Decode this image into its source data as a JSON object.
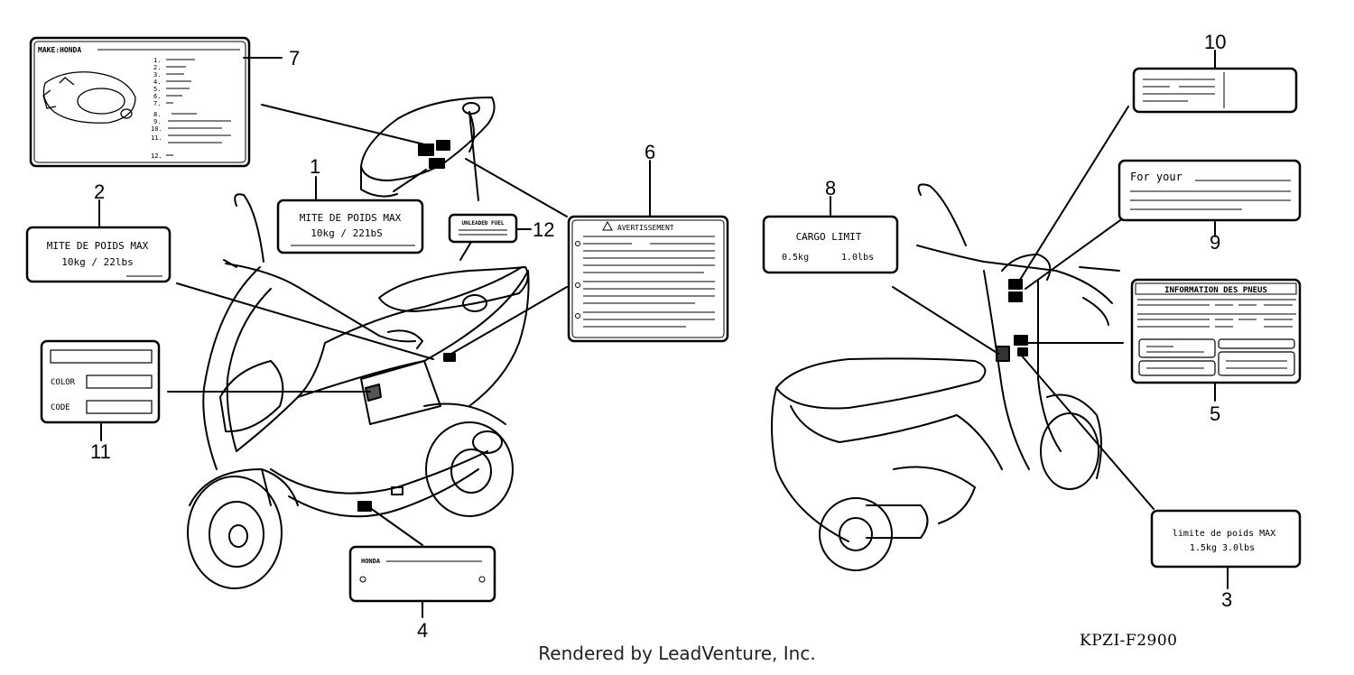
{
  "labels": {
    "l1": {
      "num": "1",
      "line1": "MITE DE POIDS MAX",
      "line2": "10kg  / 221bS"
    },
    "l2": {
      "num": "2",
      "line1": "MITE DE POIDS MAX",
      "line2": "10kg / 22lbs"
    },
    "l3": {
      "num": "3",
      "line1": "limite de poids MAX",
      "line2": "1.5kg   3.0lbs"
    },
    "l4": {
      "num": "4",
      "brand": "HONDA"
    },
    "l5": {
      "num": "5",
      "title": "INFORMATION DES PNEUS"
    },
    "l6": {
      "num": "6",
      "title": "AVERTISSEMENT"
    },
    "l7": {
      "num": "7",
      "header": "MAKE:HONDA",
      "items": [
        "1.",
        "2.",
        "3.",
        "4.",
        "5.",
        "6.",
        "7.",
        "8.",
        "9.",
        "10.",
        "11.",
        "12."
      ]
    },
    "l8": {
      "num": "8",
      "line1": "CARGO LIMIT",
      "v1": "0.5kg",
      "v2": "1.0lbs"
    },
    "l9": {
      "num": "9",
      "text": "For your"
    },
    "l10": {
      "num": "10"
    },
    "l11": {
      "num": "11",
      "color_label": "COLOR",
      "code_label": "CODE"
    },
    "l12": {
      "num": "12",
      "text": "UNLEADED FUEL"
    }
  },
  "footer": "Rendered by LeadVenture, Inc.",
  "diagram_code": "KPZI-F2900"
}
